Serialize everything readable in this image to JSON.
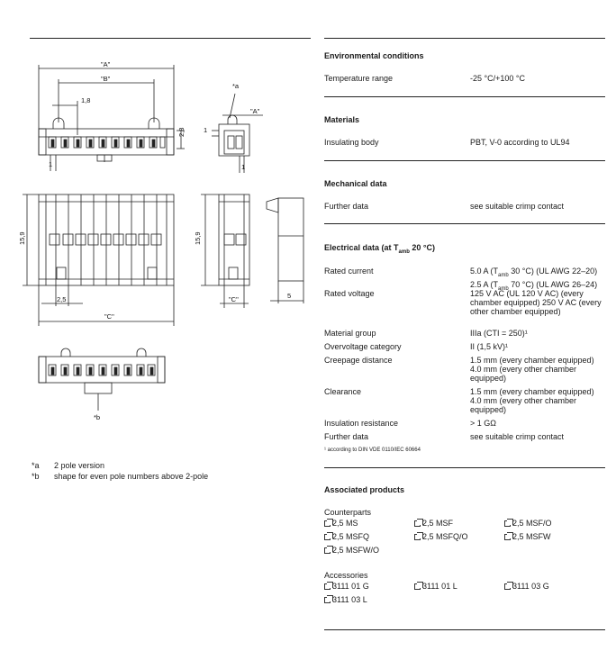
{
  "drawing": {
    "dims": {
      "A_top": "\"A\"",
      "B_top": "\"B\"",
      "pitch_small": "1,8",
      "height_small": "2,8",
      "one_a": "1",
      "one_b": "1",
      "one_c": "1",
      "star_a": "*a",
      "A_side": "\"A\"",
      "height_main": "15,9",
      "height_side": "15,9",
      "pitch": "2,5",
      "C_bottom": "\"C\"",
      "C_side": "\"C\"",
      "width_5": "5",
      "star_b": "*b"
    }
  },
  "notes": [
    {
      "key": "*a",
      "text": "2 pole version"
    },
    {
      "key": "*b",
      "text": "shape for even pole numbers above 2-pole"
    }
  ],
  "environmental": {
    "title": "Environmental conditions",
    "rows": [
      {
        "label": "Temperature range",
        "value": "-25 °C/+100 °C"
      }
    ]
  },
  "materials": {
    "title": "Materials",
    "rows": [
      {
        "label": "Insulating body",
        "value": "PBT, V-0 according to UL94"
      }
    ]
  },
  "mechanical": {
    "title": "Mechanical data",
    "rows": [
      {
        "label": "Further data",
        "value": "see suitable crimp contact"
      }
    ]
  },
  "electrical": {
    "title": "Electrical data (at T",
    "title_sub": "amb",
    "title_end": " 20 °C)",
    "rated_current": {
      "label": "Rated current",
      "line1_a": "5.0 A (T",
      "line1_sub": "amb",
      "line1_b": " 30 °C) (UL AWG 22–20)",
      "line2_a": "2.5 A (T",
      "line2_sub": "amb",
      "line2_b": " 70 °C) (UL AWG 26–24)"
    },
    "rated_voltage": {
      "label": "Rated voltage",
      "value": "125 V AC (UL 120 V AC) (every chamber equipped) 250 V AC (every other chamber equipped)"
    },
    "material_group": {
      "label": "Material group",
      "value": "IIIa (CTI = 250)¹"
    },
    "overvoltage": {
      "label": "Overvoltage category",
      "value": "II (1,5 kV)¹"
    },
    "creepage": {
      "label": "Creepage distance",
      "value": "1.5 mm (every chamber equipped) 4.0 mm (every other chamber equipped)"
    },
    "clearance": {
      "label": "Clearance",
      "value": "1.5 mm (every chamber equipped) 4.0 mm (every other chamber equipped)"
    },
    "insulation": {
      "label": "Insulation resistance",
      "value": "> 1 GΩ"
    },
    "further": {
      "label": "Further data",
      "value": "see suitable crimp contact"
    },
    "footnote": "¹ according to DIN VDE 0110/IEC 60664"
  },
  "associated": {
    "title": "Associated products",
    "counterparts_label": "Counterparts",
    "counterparts": [
      "2,5 MS",
      "2,5 MSF",
      "2,5 MSF/O",
      "2,5 MSFQ",
      "2,5 MSFQ/O",
      "2,5 MSFW",
      "2,5 MSFW/O"
    ],
    "accessories_label": "Accessories",
    "accessories": [
      "3111 01 G",
      "3111 01 L",
      "3111 03 G",
      "3111 03 L"
    ]
  }
}
